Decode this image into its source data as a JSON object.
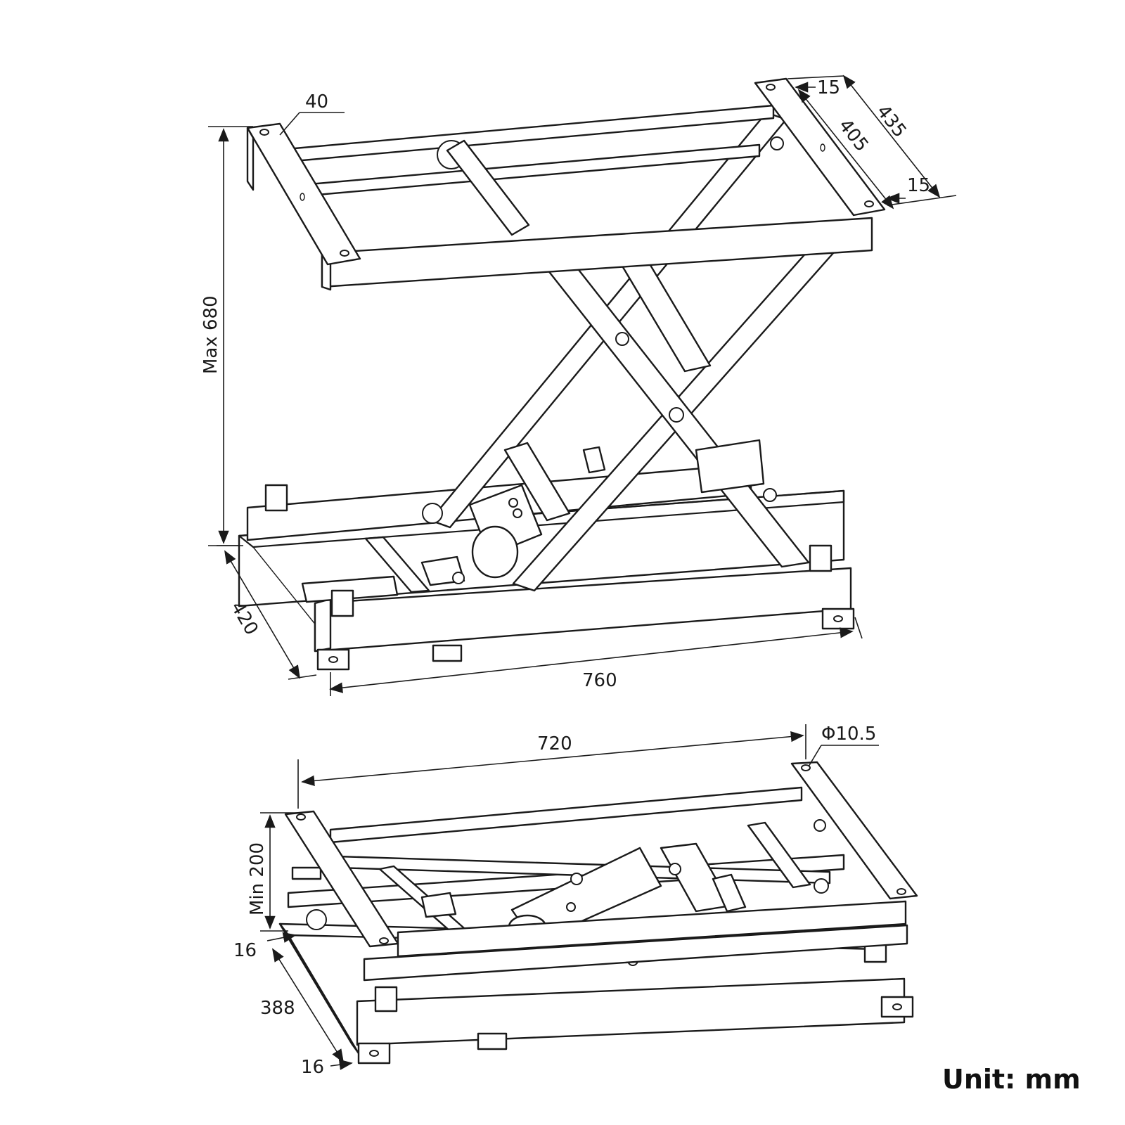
{
  "top_view": {
    "dim_width_bar": "40",
    "dim_end_margin_top": "15",
    "dim_inner": "405",
    "dim_outer": "435",
    "dim_end_margin_bottom": "15",
    "dim_max_height": "Max 680",
    "dim_base_depth": "420",
    "dim_base_length": "760"
  },
  "bottom_view": {
    "dim_hole_spacing": "720",
    "dim_hole_diameter": "Φ10.5",
    "dim_min_height": "Min 200",
    "dim_margin_a": "16",
    "dim_depth": "388",
    "dim_margin_b": "16"
  },
  "unit_label": "Unit: mm"
}
